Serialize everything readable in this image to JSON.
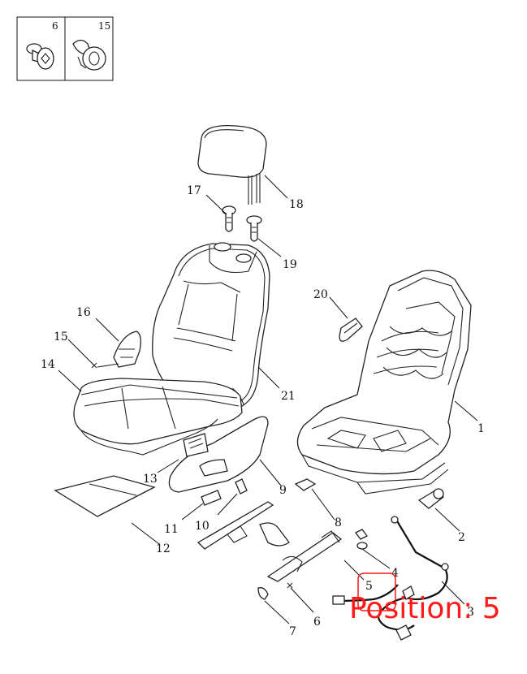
{
  "inset": {
    "labels": [
      "6",
      "15"
    ]
  },
  "callouts": {
    "c1": "1",
    "c2": "2",
    "c3": "3",
    "c4": "4",
    "c5": "5",
    "c6": "6",
    "c7": "7",
    "c8": "8",
    "c9": "9",
    "c10": "10",
    "c11": "11",
    "c12": "12",
    "c13": "13",
    "c14": "14",
    "c15": "15",
    "c16": "16",
    "c17": "17",
    "c18": "18",
    "c19": "19",
    "c20": "20",
    "c21": "21"
  },
  "highlight": {
    "text": "Position: 5",
    "color": "#ff1a1a"
  }
}
